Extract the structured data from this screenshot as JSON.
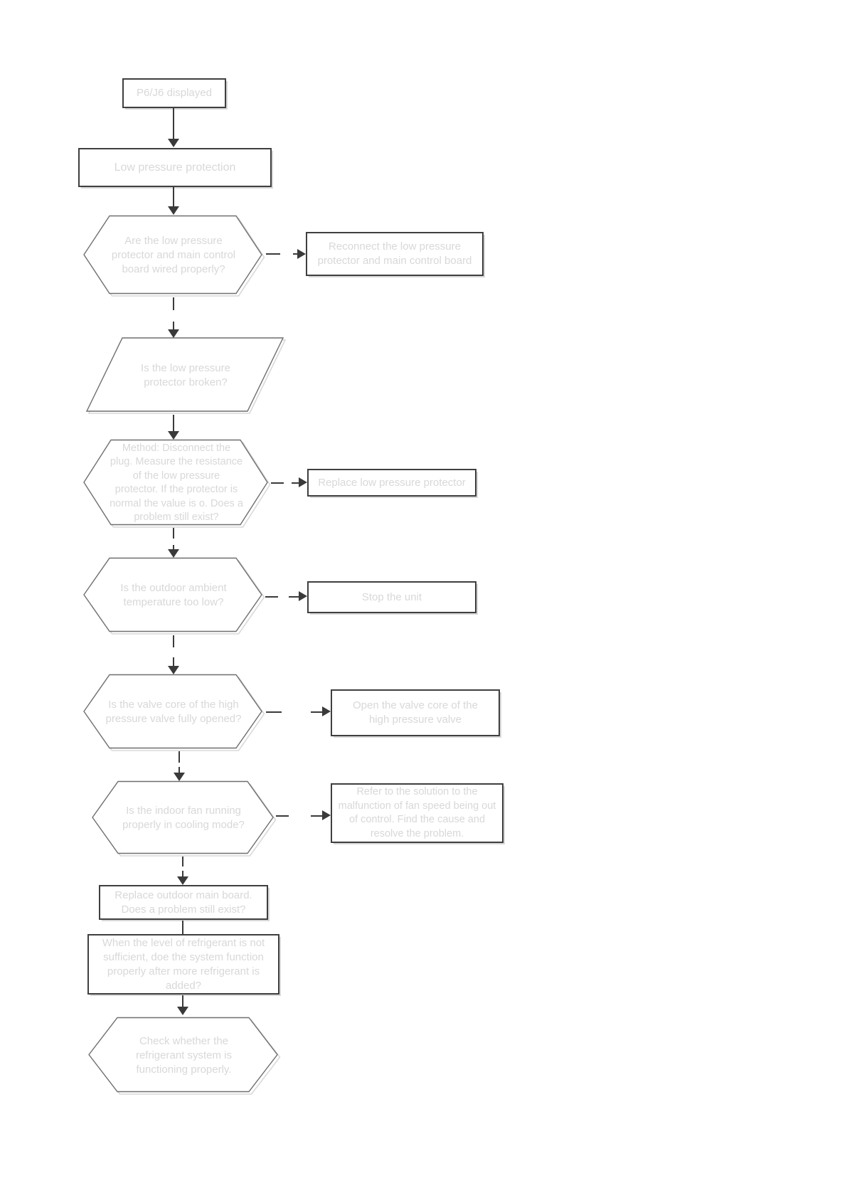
{
  "document": {
    "background": "#ffffff",
    "description": "Troubleshooting flowchart for P6/J6 low pressure protection"
  },
  "colors": {
    "connector": "#3a3a3a",
    "box_border": "#3f3f3f",
    "decision_border": "#6f6f6f",
    "shadow": "#d7d7d7",
    "text": "#d8d8d8",
    "background": "#ffffff"
  },
  "flowchart": {
    "nodes": {
      "start": {
        "shape": "rectangle",
        "lines": [
          "P6/J6 displayed"
        ]
      },
      "protection": {
        "shape": "rectangle",
        "lines": [
          "Low pressure protection"
        ]
      },
      "q_wiring": {
        "shape": "hexagon",
        "lines": [
          "Are the low pressure",
          "protector and main control",
          "board wired properly?"
        ]
      },
      "a_reconnect": {
        "shape": "rectangle",
        "lines": [
          "Reconnect the low pressure",
          "protector and main control board"
        ]
      },
      "q_broken": {
        "shape": "parallelogram",
        "lines": [
          "Is the low pressure",
          "protector broken?"
        ]
      },
      "q_method": {
        "shape": "hexagon",
        "lines": [
          "Method: Disconnect the",
          "plug. Measure the resistance",
          "of the low pressure",
          "protector. If the protector is",
          "normal the value is o. Does a",
          "problem still exist?"
        ]
      },
      "a_replace": {
        "shape": "rectangle",
        "lines": [
          "Replace low pressure protector"
        ]
      },
      "q_ambient": {
        "shape": "hexagon",
        "lines": [
          "Is the outdoor ambient",
          "temperature too low?"
        ]
      },
      "a_stop": {
        "shape": "rectangle",
        "lines": [
          "Stop the unit"
        ]
      },
      "q_valve": {
        "shape": "hexagon",
        "lines": [
          "Is the valve core of the high",
          "pressure valve fully opened?"
        ]
      },
      "a_open_valve": {
        "shape": "rectangle",
        "lines": [
          "Open the valve core of the",
          "high pressure valve"
        ]
      },
      "q_fan": {
        "shape": "hexagon",
        "lines": [
          "Is  the indoor fan running",
          "properly in cooling mode?"
        ]
      },
      "a_fan_solution": {
        "shape": "rectangle",
        "lines": [
          "Refer to the solution to the",
          "malfunction of fan speed being out",
          "of control. Find the cause and",
          "resolve the problem."
        ]
      },
      "replace_board": {
        "shape": "rectangle",
        "lines": [
          "Replace outdoor main board.",
          "Does a problem still exist?"
        ]
      },
      "refrigerant": {
        "shape": "rectangle",
        "lines": [
          "When the level of refrigerant is not",
          "sufficient,  doe the system function",
          "properly after more refrigerant is",
          "added?"
        ]
      },
      "check_system": {
        "shape": "hexagon",
        "lines": [
          "Check whether the",
          "refrigerant system is",
          "functioning properly."
        ]
      }
    },
    "edges": [
      {
        "from": "start",
        "to": "protection",
        "direction": "down"
      },
      {
        "from": "protection",
        "to": "q_wiring",
        "direction": "down"
      },
      {
        "from": "q_wiring",
        "to": "a_reconnect",
        "direction": "right"
      },
      {
        "from": "q_wiring",
        "to": "q_broken",
        "direction": "down"
      },
      {
        "from": "q_broken",
        "to": "q_method",
        "direction": "down"
      },
      {
        "from": "q_method",
        "to": "a_replace",
        "direction": "right"
      },
      {
        "from": "q_method",
        "to": "q_ambient",
        "direction": "down"
      },
      {
        "from": "q_ambient",
        "to": "a_stop",
        "direction": "right"
      },
      {
        "from": "q_ambient",
        "to": "q_valve",
        "direction": "down"
      },
      {
        "from": "q_valve",
        "to": "a_open_valve",
        "direction": "right"
      },
      {
        "from": "q_valve",
        "to": "q_fan",
        "direction": "down"
      },
      {
        "from": "q_fan",
        "to": "a_fan_solution",
        "direction": "right"
      },
      {
        "from": "q_fan",
        "to": "replace_board",
        "direction": "down"
      },
      {
        "from": "replace_board",
        "to": "refrigerant",
        "direction": "down"
      },
      {
        "from": "refrigerant",
        "to": "check_system",
        "direction": "down"
      }
    ]
  }
}
